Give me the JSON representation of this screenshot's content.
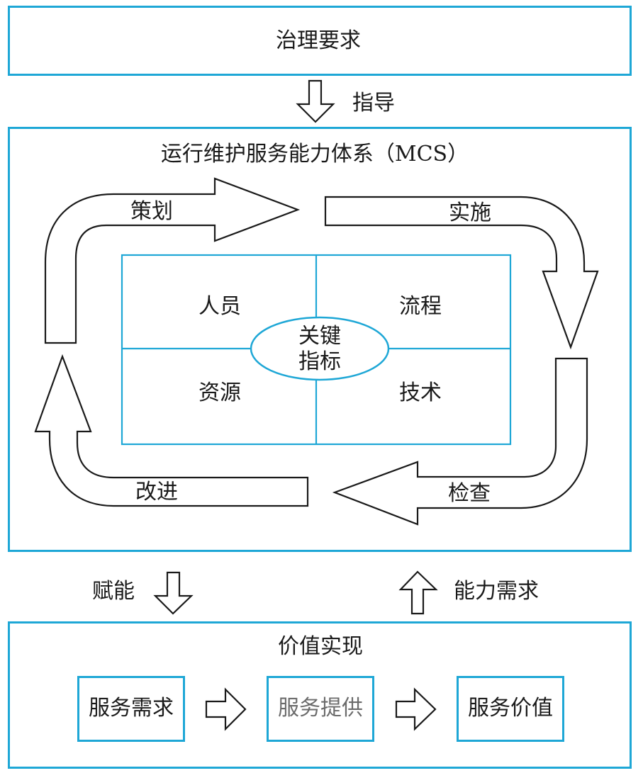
{
  "top_box": {
    "title": "治理要求"
  },
  "guide_arrow": {
    "label": "指导"
  },
  "mcs_box": {
    "title": "运行维护服务能力体系（MCS）",
    "cycle": {
      "plan": "策划",
      "implement": "实施",
      "check": "检查",
      "improve": "改进"
    },
    "quadrants": {
      "people": "人员",
      "process": "流程",
      "resources": "资源",
      "technology": "技术"
    },
    "center": {
      "line1": "关键",
      "line2": "指标"
    }
  },
  "middle_arrows": {
    "empower": "赋能",
    "capability_demand": "能力需求"
  },
  "value_box": {
    "title": "价值实现",
    "steps": [
      {
        "label": "服务需求"
      },
      {
        "label": "服务提供"
      },
      {
        "label": "服务价值"
      }
    ]
  },
  "colors": {
    "accent": "#1ea7d6",
    "text": "#1a1a1a",
    "muted_text": "#6b6b6b"
  }
}
